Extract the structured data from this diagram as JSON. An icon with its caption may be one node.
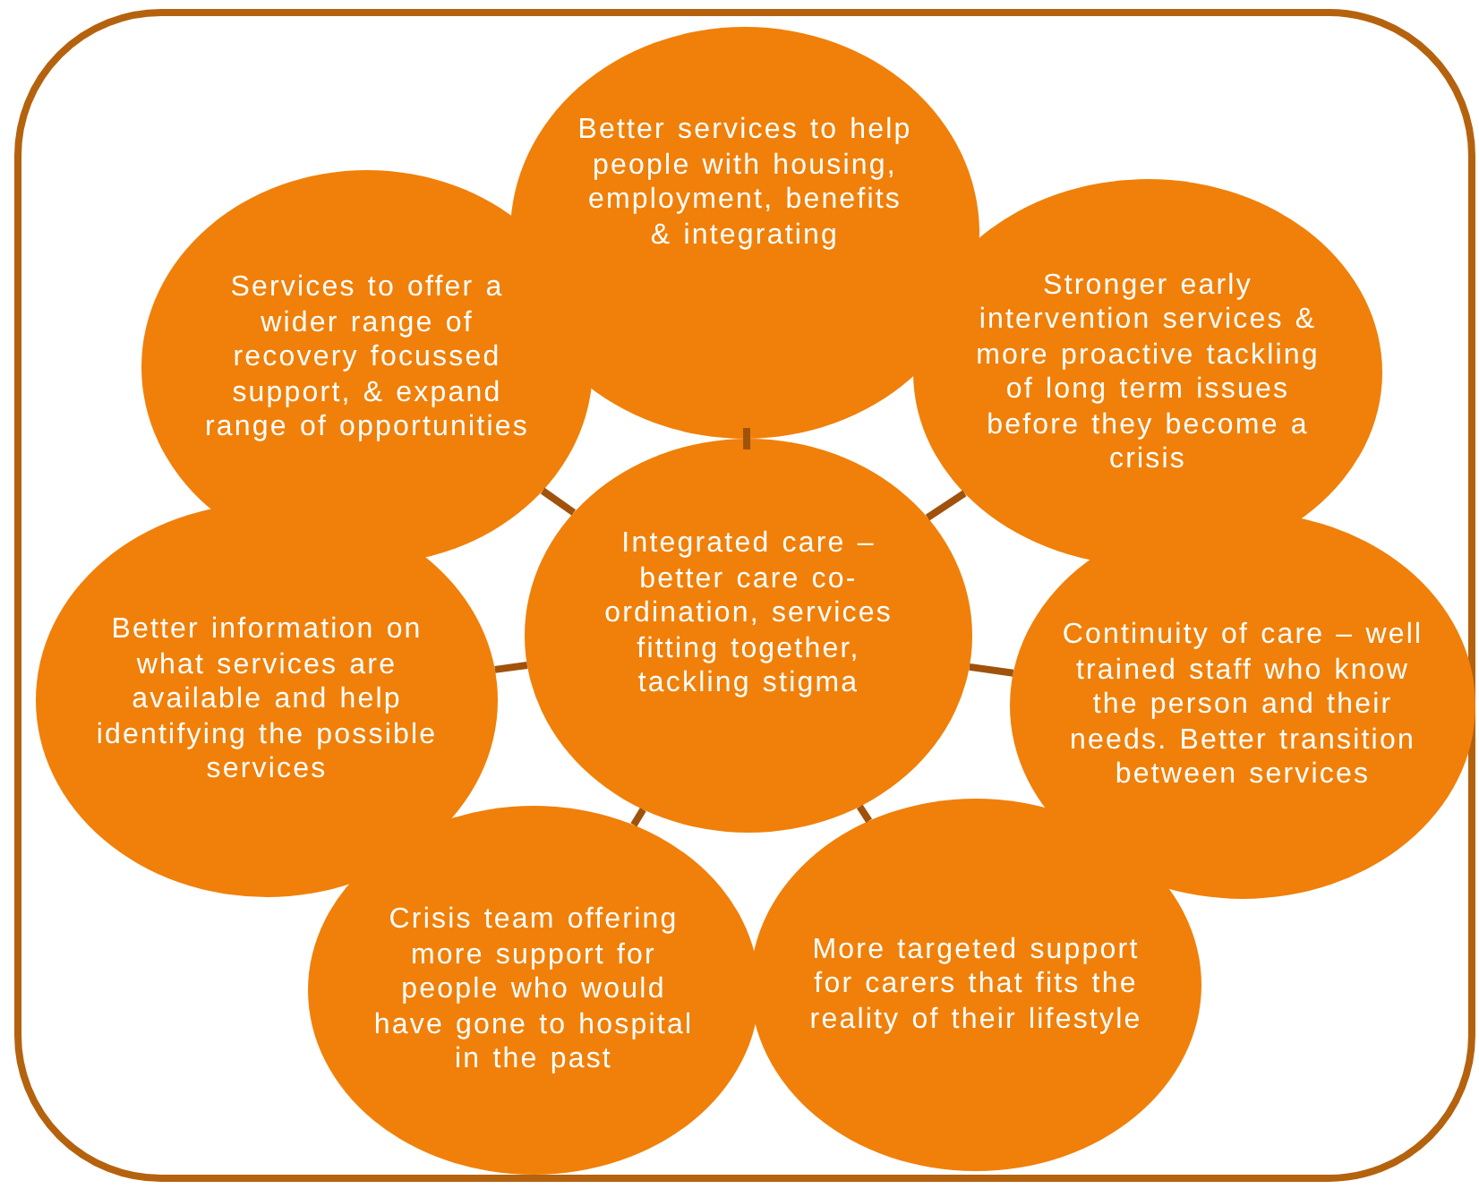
{
  "diagram": {
    "nodes": [
      {
        "text": [
          "Better services to help people with housing, employment, benefits & integrating"
        ]
      },
      {
        "text": [
          "Services to offer a wider range of recovery focussed support, & expand range of opportunities"
        ]
      },
      {
        "text": [
          "Stronger early intervention services & more proactive tackling of long term issues before they become a crisis"
        ]
      },
      {
        "text": [
          "Integrated care – better care co-ordination, services fitting together, tackling stigma"
        ]
      },
      {
        "text": [
          "Better information on what services are available and help identifying the possible services"
        ]
      },
      {
        "text": [
          "Continuity of care – well trained staff who know the person and their needs. Better transition between services"
        ]
      },
      {
        "text": [
          "Crisis team offering more support for people who would have gone to hospital in the past"
        ]
      },
      {
        "text": [
          "More targeted support for carers that fits the reality of their lifestyle"
        ]
      }
    ],
    "edges": [
      {
        "from": 3,
        "to": 0,
        "arrow": "none"
      },
      {
        "from": 3,
        "to": 1,
        "arrow": "none"
      },
      {
        "from": 3,
        "to": 2,
        "arrow": "none"
      },
      {
        "from": 3,
        "to": 4,
        "arrow": "none"
      },
      {
        "from": 3,
        "to": 5,
        "arrow": "none"
      },
      {
        "from": 3,
        "to": 6,
        "arrow": "none"
      },
      {
        "from": 3,
        "to": 7,
        "arrow": "none"
      }
    ]
  }
}
